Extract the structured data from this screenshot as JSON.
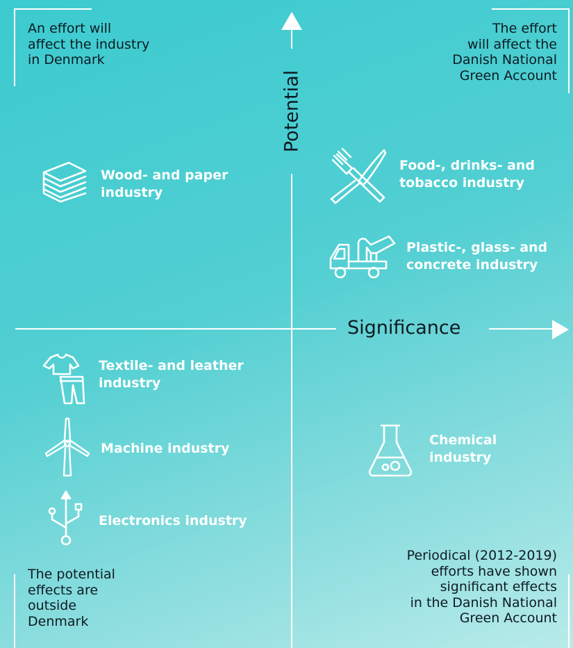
{
  "axes": {
    "y_label": "Potential",
    "x_label": "Significance"
  },
  "corners": {
    "top_left": "An effort will\naffect the industry\nin Denmark",
    "top_right": "The effort\nwill affect the\nDanish National\nGreen Account",
    "bottom_left": "The potential\neffects are\noutside\nDenmark",
    "bottom_right": "Periodical (2012-2019)\nefforts have shown\nsignificant effects\nin the Danish National\nGreen Account"
  },
  "industries": {
    "wood_paper": {
      "label": "Wood- and paper\nindustry",
      "icon": "paper-stack-icon"
    },
    "food_drinks": {
      "label": "Food-, drinks- and\ntobacco industry",
      "icon": "fork-knife-icon"
    },
    "plastic_glass": {
      "label": "Plastic-, glass- and\nconcrete industry",
      "icon": "concrete-truck-icon"
    },
    "textile_leather": {
      "label": "Textile- and leather\nindustry",
      "icon": "clothing-icon"
    },
    "machine": {
      "label": "Machine industry",
      "icon": "wind-turbine-icon"
    },
    "electronics": {
      "label": "Electronics industry",
      "icon": "usb-icon"
    },
    "chemical": {
      "label": "Chemical\nindustry",
      "icon": "flask-icon"
    }
  },
  "colors": {
    "line": "#ffffff",
    "text_dark": "#0e1a22",
    "label_white": "#ffffff"
  }
}
